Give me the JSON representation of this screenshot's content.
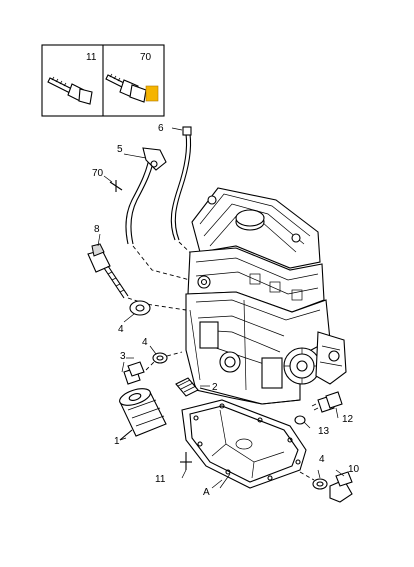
{
  "legend_box": {
    "left_number": "11",
    "right_number": "70"
  },
  "callouts": {
    "c1": "1",
    "c2": "2",
    "c3": "3",
    "c4a": "4",
    "c4b": "4",
    "c4c": "4",
    "c5": "5",
    "c6": "6",
    "c8": "8",
    "c10": "10",
    "c11": "11",
    "c12": "12",
    "c13": "13",
    "c70": "70",
    "cA": "A"
  },
  "colors": {
    "highlight": "#f5b400",
    "line": "#000000",
    "background": "#ffffff"
  }
}
